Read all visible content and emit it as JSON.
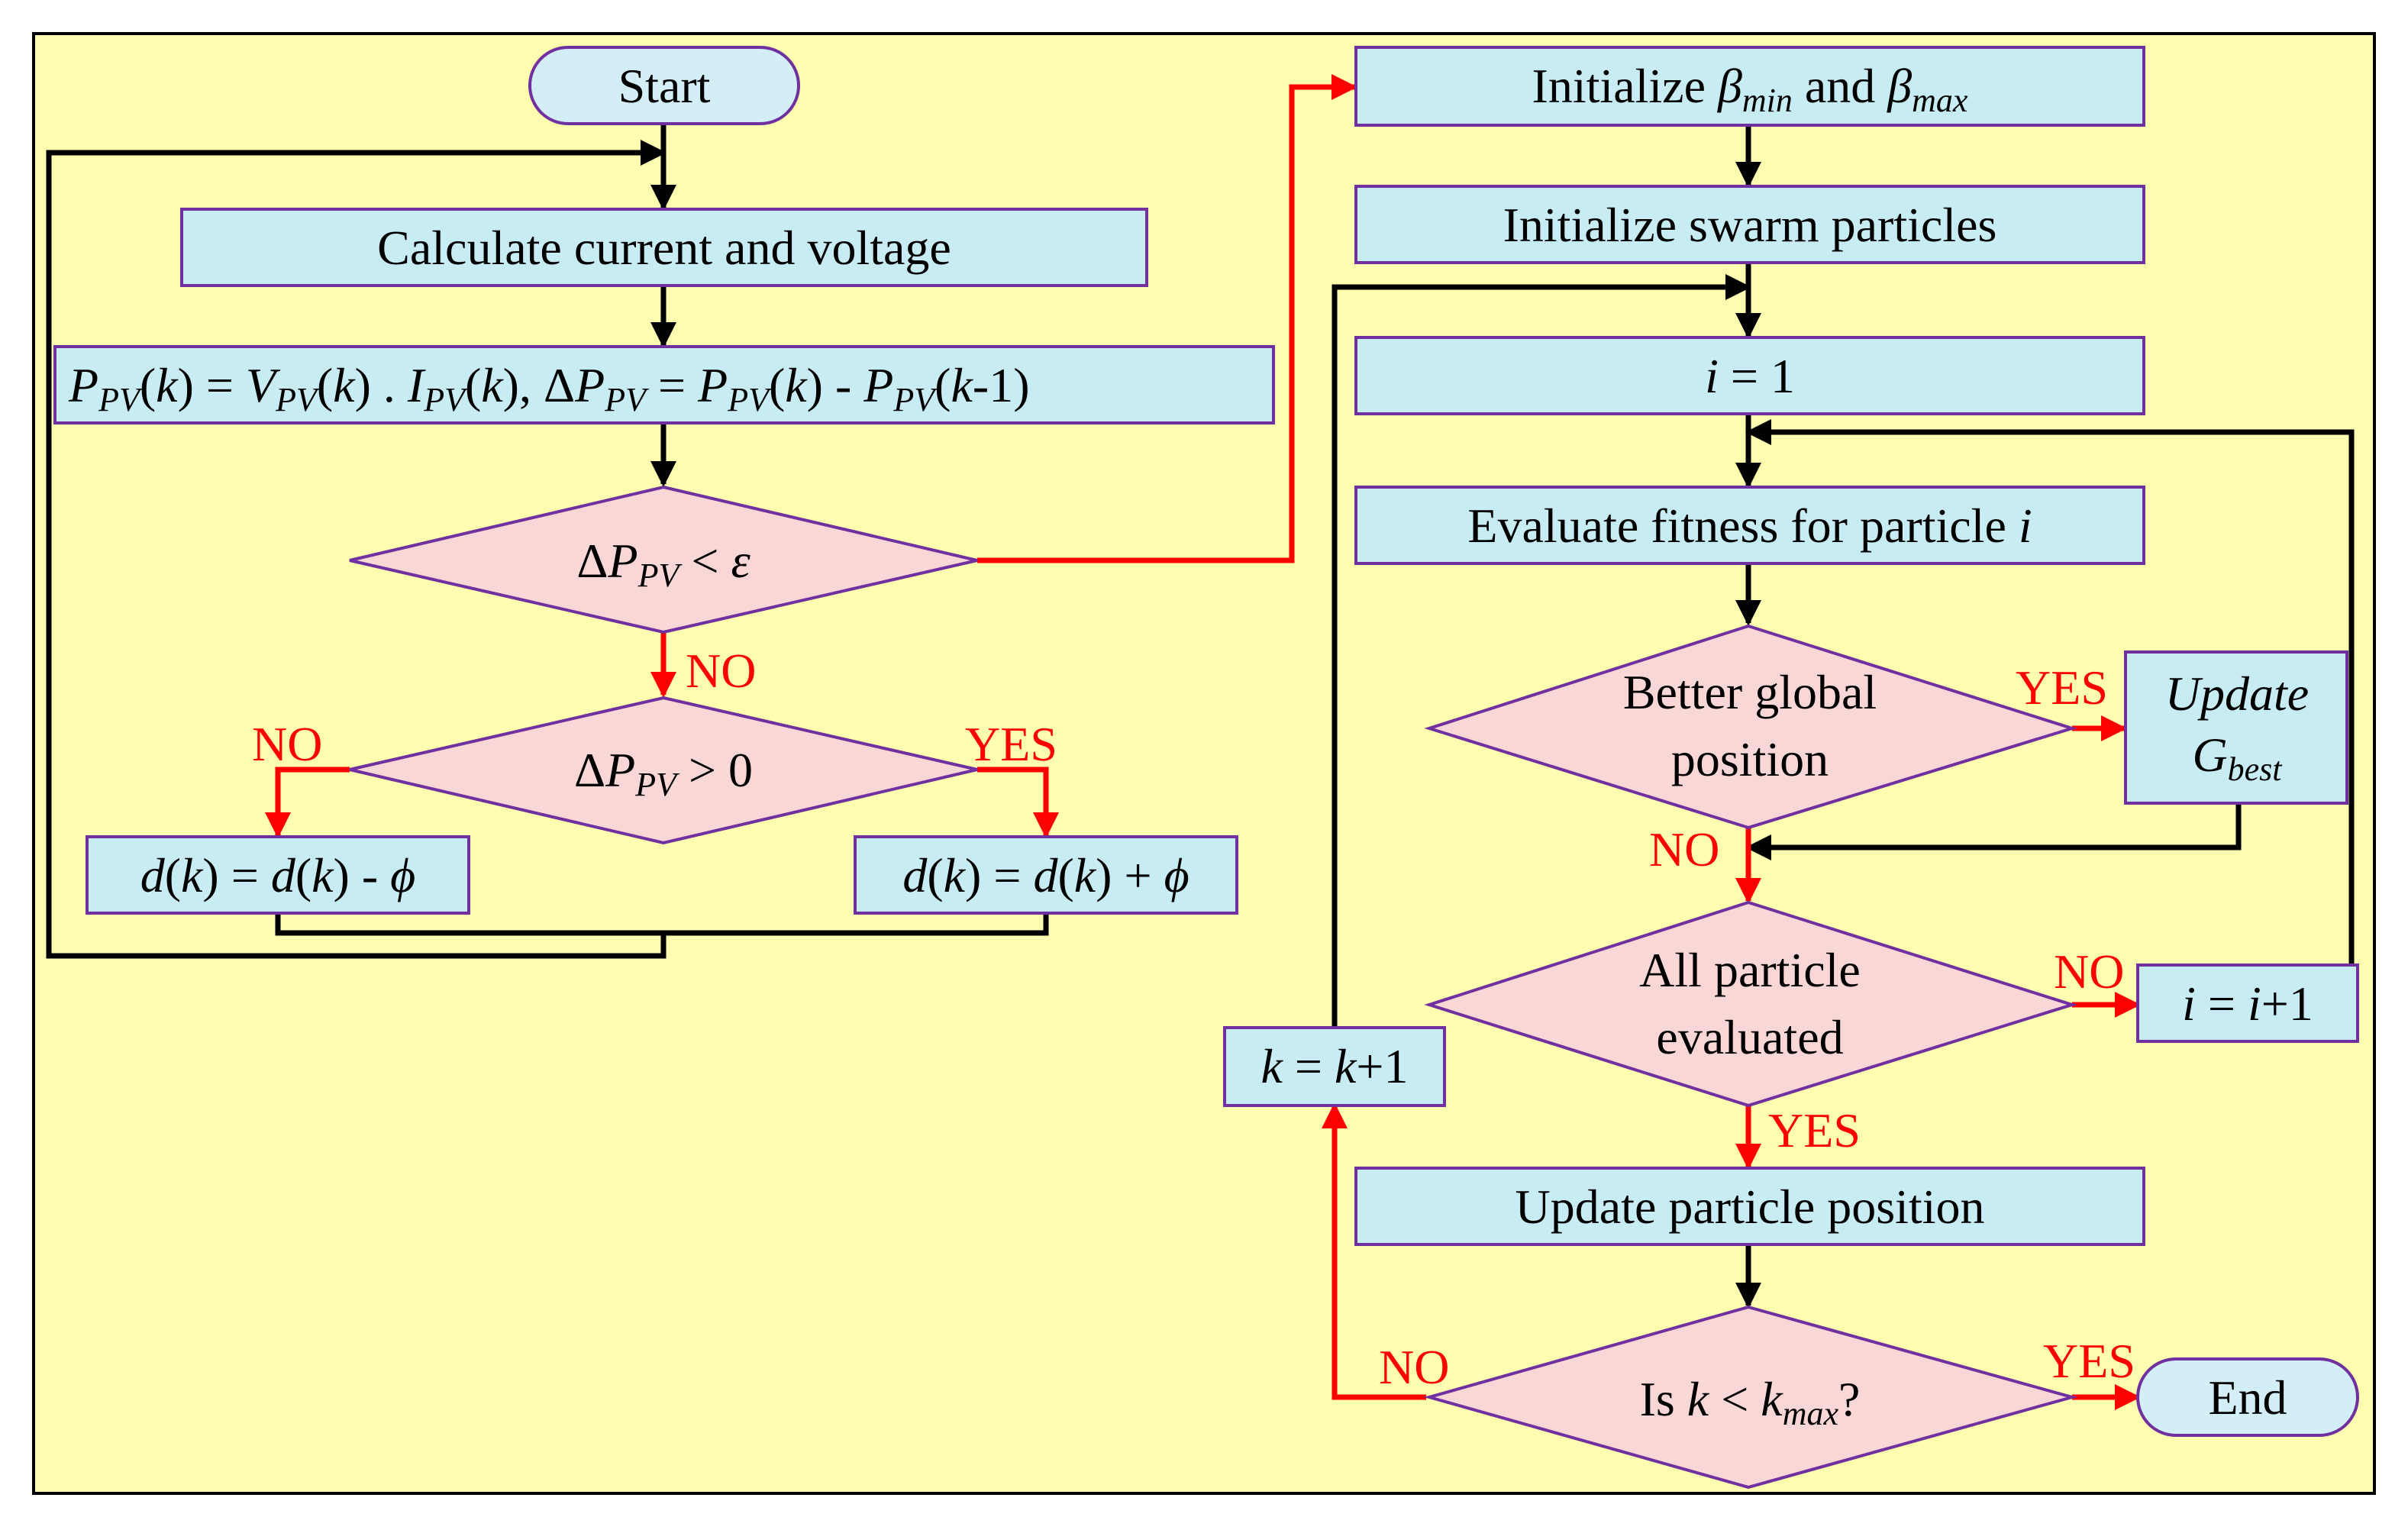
{
  "colors": {
    "background": "#fffdaf",
    "process_fill": "#c8ecf3",
    "decision_fill": "#f8d7d6",
    "border": "#7030a0",
    "branch_arrow": "#ff0000",
    "flow_arrow": "#000000"
  },
  "nodes": {
    "start": "Start",
    "calc": "Calculate current and voltage",
    "power_eq": {
      "p1": "P",
      "s1": "PV",
      "t1": "(",
      "k1": "k",
      "t2": ") = ",
      "p2": "V",
      "s2": "PV",
      "t3": "(",
      "k2": "k",
      "t4": ") . ",
      "p3": "I",
      "s3": "PV",
      "t5": "(",
      "k3": "k",
      "t6": "), Δ",
      "p4": "P",
      "s4": "PV",
      "t7": " = ",
      "p5": "P",
      "s5": "PV",
      "t8": "(",
      "k4": "k",
      "t9": ") - ",
      "p6": "P",
      "s6": "PV",
      "t10": "(",
      "k5": "k",
      "t11": "-1)"
    },
    "cond_eps": {
      "delta": "Δ",
      "p": "P",
      "sub": "PV",
      "op": " < ",
      "eps": "ε"
    },
    "cond_zero": {
      "delta": "Δ",
      "p": "P",
      "sub": "PV",
      "op": " > 0"
    },
    "dec": {
      "d1": "d",
      "t1": "(",
      "k1": "k",
      "t2": ") = ",
      "d2": "d",
      "t3": "(",
      "k2": "k",
      "t4": ") - ",
      "phi": "ϕ"
    },
    "inc": {
      "d1": "d",
      "t1": "(",
      "k1": "k",
      "t2": ") = ",
      "d2": "d",
      "t3": "(",
      "k2": "k",
      "t4": ") + ",
      "phi": "ϕ"
    },
    "init_beta": {
      "t1": "Initialize ",
      "b1": "β",
      "s1": "min",
      "t2": " and ",
      "b2": "β",
      "s2": "max"
    },
    "init_swarm": "Initialize swarm particles",
    "i_one": {
      "i": "i",
      "t": " = 1"
    },
    "evaluate": {
      "t": "Evaluate fitness for particle ",
      "i": "i"
    },
    "better_global": {
      "line1": "Better global",
      "line2": "position"
    },
    "update_gbest": {
      "line1": "Update",
      "g": "G",
      "sub": "best"
    },
    "all_evaluated": {
      "line1": "All particle",
      "line2": "evaluated"
    },
    "i_inc": {
      "i1": "i",
      "t1": " = ",
      "i2": "i",
      "t2": "+1"
    },
    "k_inc": {
      "k1": "k",
      "t1": " = ",
      "k2": "k",
      "t2": "+1"
    },
    "update_position": "Update particle position",
    "is_k": {
      "t1": "Is ",
      "k": "k",
      "t2": " < ",
      "k2": "k",
      "sub": "max",
      "t3": "?"
    },
    "end": "End"
  },
  "branch_labels": {
    "eps_no": "NO",
    "zero_no": "NO",
    "zero_yes": "YES",
    "better_yes": "YES",
    "better_no": "NO",
    "all_no": "NO",
    "all_yes": "YES",
    "k_no": "NO",
    "k_yes": "YES"
  }
}
